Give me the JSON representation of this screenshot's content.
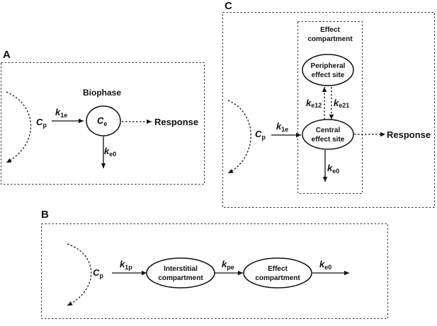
{
  "panel_a": {
    "letter": "A",
    "title": "Biophase",
    "cp": {
      "main": "C",
      "sub": "p"
    },
    "k1e": {
      "main": "k",
      "sub": "1e"
    },
    "ce": {
      "main": "C",
      "sub": "e"
    },
    "ke0": {
      "main": "k",
      "sub": "e0"
    },
    "response": "Response"
  },
  "panel_b": {
    "letter": "B",
    "cp": {
      "main": "C",
      "sub": "p"
    },
    "k1p": {
      "main": "k",
      "sub": "1p"
    },
    "interstitial": {
      "line1": "Interstitial",
      "line2": "compartment"
    },
    "kpe": {
      "main": "k",
      "sub": "pe"
    },
    "effect": {
      "line1": "Effect",
      "line2": "compartment"
    },
    "ke0": {
      "main": "k",
      "sub": "e0"
    }
  },
  "panel_c": {
    "letter": "C",
    "box_title": {
      "line1": "Effect",
      "line2": "compartment"
    },
    "peripheral": {
      "line1": "Peripheral",
      "line2": "effect site"
    },
    "central": {
      "line1": "Central",
      "line2": "effect site"
    },
    "ke12": {
      "main": "k",
      "sub": "e12"
    },
    "ke21": {
      "main": "k",
      "sub": "e21"
    },
    "cp": {
      "main": "C",
      "sub": "p"
    },
    "k1e": {
      "main": "k",
      "sub": "1e"
    },
    "ke0": {
      "main": "k",
      "sub": "e0"
    },
    "response": "Response"
  }
}
